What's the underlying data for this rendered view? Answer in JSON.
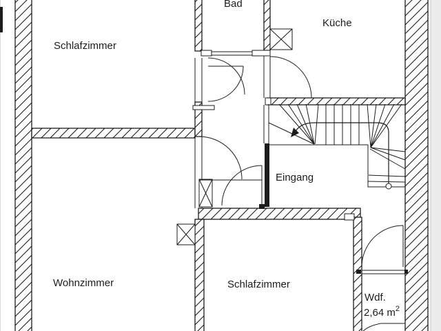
{
  "plan": {
    "labels": {
      "schlafzimmer_top": "Schlafzimmer",
      "bad": "Bad",
      "kueche": "Küche",
      "eingang": "Eingang",
      "wohnzimmer": "Wohnzimmer",
      "schlafzimmer_bottom": "Schlafzimmer",
      "wdf_name": "Wdf.",
      "wdf_area": "2,64 m",
      "wdf_area_exponent": "2"
    },
    "symbols": {
      "shaft_box": "crossed-box",
      "stair_walk_arrow": "direction-arrow",
      "stair_walk_start": "circle-marker"
    },
    "colors": {
      "line": "#1c1c1c",
      "background": "#ffffff",
      "margin": "#ececec"
    }
  }
}
